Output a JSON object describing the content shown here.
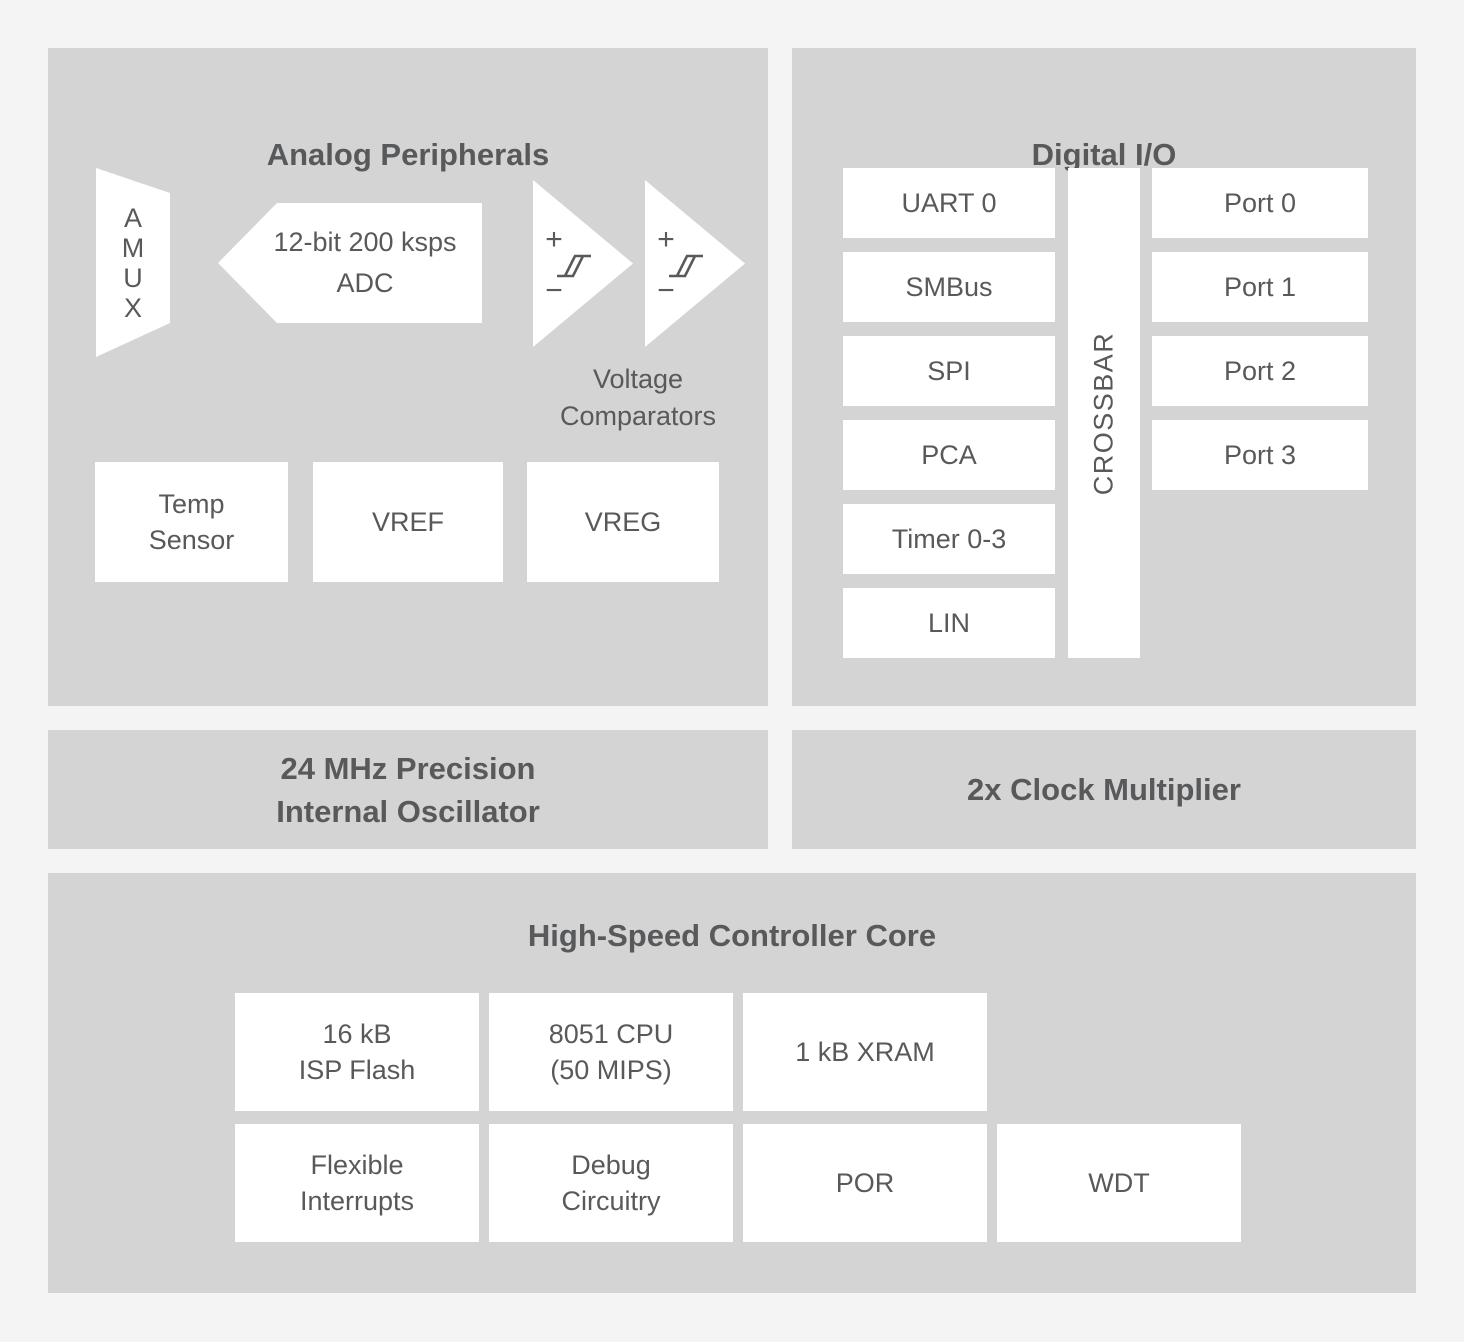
{
  "colors": {
    "page_bg": "#f4f4f4",
    "panel_bg": "#d4d4d4",
    "box_bg": "#ffffff",
    "text": "#58595b"
  },
  "analog": {
    "title": "Analog Peripherals",
    "amux": [
      "A",
      "M",
      "U",
      "X"
    ],
    "adc": [
      "12-bit 200 ksps",
      "ADC"
    ],
    "comparator": {
      "plus": "+",
      "minus": "−"
    },
    "comparators_caption": [
      "Voltage",
      "Comparators"
    ],
    "temp_sensor": [
      "Temp",
      "Sensor"
    ],
    "vref": "VREF",
    "vreg": "VREG"
  },
  "digital": {
    "title": "Digital I/O",
    "peripherals": [
      "UART 0",
      "SMBus",
      "SPI",
      "PCA",
      "Timer 0-3",
      "LIN"
    ],
    "crossbar": "CROSSBAR",
    "ports": [
      "Port 0",
      "Port 1",
      "Port 2",
      "Port 3"
    ]
  },
  "oscillator": {
    "title": [
      "24 MHz Precision",
      "Internal Oscillator"
    ]
  },
  "clock_multiplier": {
    "title": "2x Clock Multiplier"
  },
  "core": {
    "title": "High-Speed Controller Core",
    "row1": [
      [
        "16 kB",
        "ISP Flash"
      ],
      [
        "8051 CPU",
        "(50 MIPS)"
      ],
      [
        "1 kB XRAM"
      ]
    ],
    "row2": [
      [
        "Flexible",
        "Interrupts"
      ],
      [
        "Debug",
        "Circuitry"
      ],
      [
        "POR"
      ],
      [
        "WDT"
      ]
    ]
  }
}
